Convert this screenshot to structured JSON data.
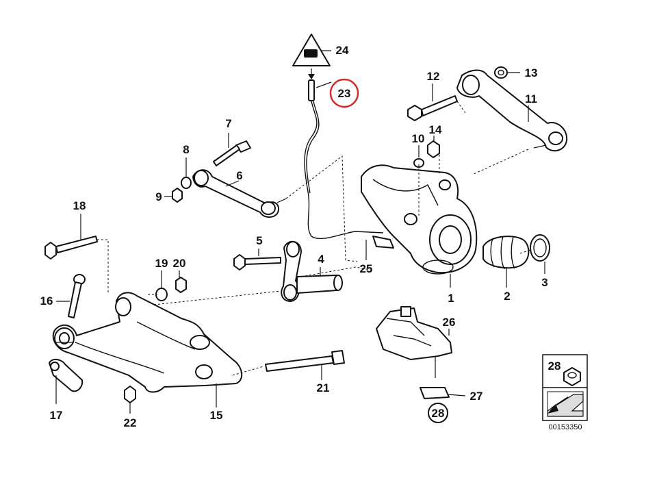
{
  "callouts": {
    "c1": "1",
    "c2": "2",
    "c3": "3",
    "c4": "4",
    "c5": "5",
    "c6": "6",
    "c7": "7",
    "c8": "8",
    "c9": "9",
    "c10": "10",
    "c11": "11",
    "c12": "12",
    "c13": "13",
    "c14": "14",
    "c15": "15",
    "c16": "16",
    "c17": "17",
    "c18": "18",
    "c19": "19",
    "c20": "20",
    "c21": "21",
    "c22": "22",
    "c23": "23",
    "c24": "24",
    "c25": "25",
    "c26": "26",
    "c27": "27",
    "c28": "28"
  },
  "highlighted_part": "23",
  "highlight_color": "#d42a2a",
  "legend_box": {
    "number": "28"
  },
  "reference_code": "00153350"
}
